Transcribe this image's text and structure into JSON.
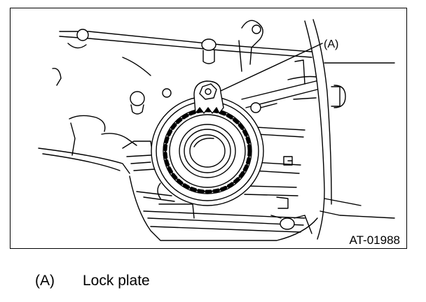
{
  "figure": {
    "callout": "(A)",
    "code": "AT-01988"
  },
  "legend": {
    "items": [
      {
        "key": "(A)",
        "label": "Lock plate"
      }
    ]
  },
  "colors": {
    "line": "#000000",
    "background": "#ffffff"
  }
}
